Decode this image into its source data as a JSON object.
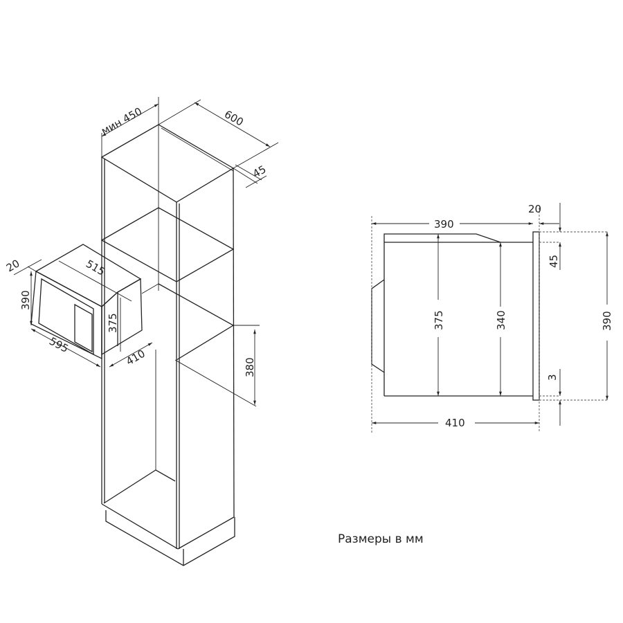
{
  "iso_view": {
    "cabinet_width": "мин 450",
    "cabinet_depth": "600",
    "back_gap": "45",
    "niche_height": "380",
    "mw_frame_depth": "20",
    "mw_depth": "515",
    "mw_front_height": "390",
    "mw_body_height": "375",
    "mw_width": "595",
    "mw_total_depth": "410"
  },
  "side_view": {
    "body_depth": "390",
    "frame_thickness": "20",
    "top_offset": "45",
    "frame_height": "390",
    "body_height": "375",
    "inner_height": "340",
    "bottom_offset": "3",
    "total_depth": "410"
  },
  "caption": "Размеры в мм"
}
